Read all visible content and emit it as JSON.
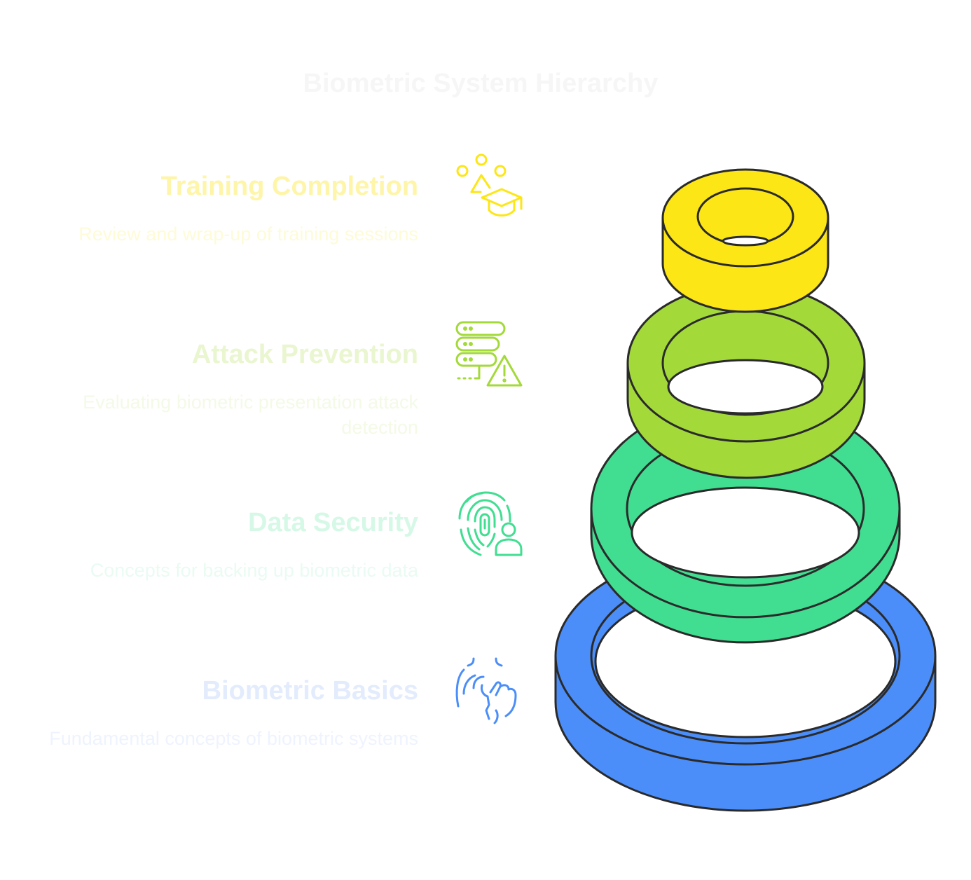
{
  "title": "Biometric System Hierarchy",
  "levels": [
    {
      "title": "Training Completion",
      "description": "Review and wrap-up of training sessions",
      "icon": "graduation-group-icon",
      "color": "#fde616",
      "title_color": "#fef5a8",
      "desc_color": "#fefbd7"
    },
    {
      "title": "Attack Prevention",
      "description": "Evaluating biometric presentation attack detection",
      "icon": "server-warning-icon",
      "color": "#a3da3a",
      "title_color": "#e9f6cf",
      "desc_color": "#f3fae6"
    },
    {
      "title": "Data Security",
      "description": "Concepts for backing up biometric data",
      "icon": "fingerprint-user-icon",
      "color": "#41de92",
      "title_color": "#d6f8e7",
      "desc_color": "#e9fbf2"
    },
    {
      "title": "Biometric Basics",
      "description": "Fundamental concepts of biometric systems",
      "icon": "touch-scan-icon",
      "color": "#4b8ef9",
      "title_color": "#e3ecfd",
      "desc_color": "#eef3fe"
    }
  ]
}
